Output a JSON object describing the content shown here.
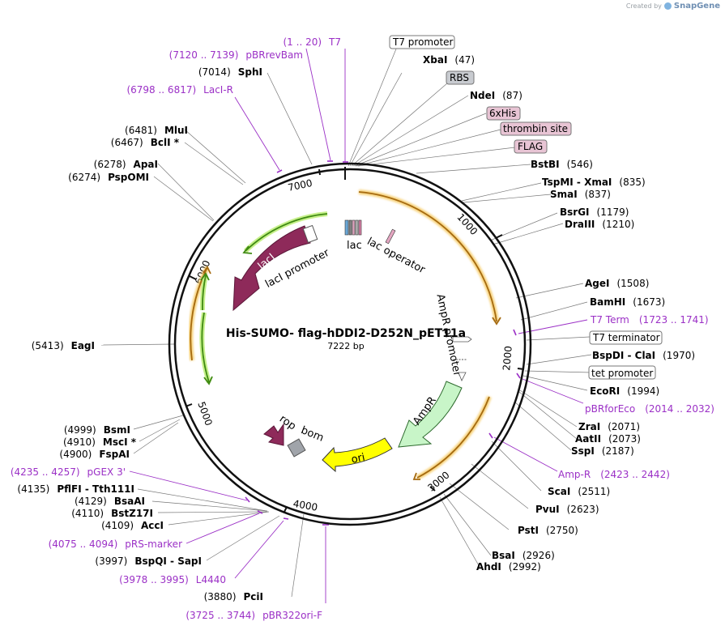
{
  "brand": {
    "created_by": "Created by",
    "app": "SnapGene"
  },
  "plasmid": {
    "name": "His-SUMO- flag-hDDI2-D252N_pET11a",
    "length_label": "7222 bp",
    "length": 7222
  },
  "ticks": [
    "1000",
    "2000",
    "3000",
    "4000",
    "5000",
    "6000",
    "7000"
  ],
  "enzymes": [
    {
      "name": "XbaI",
      "pos": "(47)",
      "bp": 47
    },
    {
      "name": "NdeI",
      "pos": "(87)",
      "bp": 87
    },
    {
      "name": "BstBI",
      "pos": "(546)",
      "bp": 546
    },
    {
      "name": "TspMI - XmaI",
      "pos": "(835)",
      "bp": 835
    },
    {
      "name": "SmaI",
      "pos": "(837)",
      "bp": 837
    },
    {
      "name": "BsrGI",
      "pos": "(1179)",
      "bp": 1179
    },
    {
      "name": "DraIII",
      "pos": "(1210)",
      "bp": 1210
    },
    {
      "name": "AgeI",
      "pos": "(1508)",
      "bp": 1508
    },
    {
      "name": "BamHI",
      "pos": "(1673)",
      "bp": 1673
    },
    {
      "name": "BspDI - ClaI",
      "pos": "(1970)",
      "bp": 1970
    },
    {
      "name": "EcoRI",
      "pos": "(1994)",
      "bp": 1994
    },
    {
      "name": "ZraI",
      "pos": "(2071)",
      "bp": 2071
    },
    {
      "name": "AatII",
      "pos": "(2073)",
      "bp": 2073
    },
    {
      "name": "SspI",
      "pos": "(2187)",
      "bp": 2187
    },
    {
      "name": "ScaI",
      "pos": "(2511)",
      "bp": 2511
    },
    {
      "name": "PvuI",
      "pos": "(2623)",
      "bp": 2623
    },
    {
      "name": "PstI",
      "pos": "(2750)",
      "bp": 2750
    },
    {
      "name": "BsaI",
      "pos": "(2926)",
      "bp": 2926
    },
    {
      "name": "AhdI",
      "pos": "(2992)",
      "bp": 2992
    },
    {
      "name": "PciI",
      "pos": "(3880)",
      "bp": 3880
    },
    {
      "name": "BspQI - SapI",
      "pos": "(3997)",
      "bp": 3997
    },
    {
      "name": "AccI",
      "pos": "(4109)",
      "bp": 4109
    },
    {
      "name": "BstZ17I",
      "pos": "(4110)",
      "bp": 4110
    },
    {
      "name": "BsaAI",
      "pos": "(4129)",
      "bp": 4129
    },
    {
      "name": "PflFI - Tth111I",
      "pos": "(4135)",
      "bp": 4135
    },
    {
      "name": "FspAI",
      "pos": "(4900)",
      "bp": 4900
    },
    {
      "name": "MscI *",
      "pos": "(4910)",
      "bp": 4910
    },
    {
      "name": "BsmI",
      "pos": "(4999)",
      "bp": 4999
    },
    {
      "name": "EagI",
      "pos": "(5413)",
      "bp": 5413
    },
    {
      "name": "PspOMI",
      "pos": "(6274)",
      "bp": 6274
    },
    {
      "name": "ApaI",
      "pos": "(6278)",
      "bp": 6278
    },
    {
      "name": "BclI *",
      "pos": "(6467)",
      "bp": 6467
    },
    {
      "name": "MluI",
      "pos": "(6481)",
      "bp": 6481
    },
    {
      "name": "SphI",
      "pos": "(7014)",
      "bp": 7014
    }
  ],
  "primers": [
    {
      "name": "T7",
      "range": "(1 .. 20)"
    },
    {
      "name": "pBRrevBam",
      "range": "(7120 .. 7139)"
    },
    {
      "name": "LacI-R",
      "range": "(6798 .. 6817)"
    },
    {
      "name": "T7 Term",
      "range": "(1723 .. 1741)"
    },
    {
      "name": "pBRforEco",
      "range": "(2014 .. 2032)"
    },
    {
      "name": "Amp-R",
      "range": "(2423 .. 2442)"
    },
    {
      "name": "L4440",
      "range": "(3978 .. 3995)"
    },
    {
      "name": "pBR322ori-F",
      "range": "(3725 .. 3744)"
    },
    {
      "name": "pRS-marker",
      "range": "(4075 .. 4094)"
    },
    {
      "name": "pGEX 3'",
      "range": "(4235 .. 4257)"
    }
  ],
  "boxed_labels": [
    "T7 promoter",
    "RBS",
    "6xHis",
    "thrombin site",
    "FLAG",
    "T7 terminator",
    "tet promoter"
  ],
  "features": [
    "lacI",
    "lacI promoter",
    "lac operator",
    "AmpR promoter",
    "AmpR",
    "ori",
    "rop",
    "bom"
  ],
  "colors": {
    "enzyme": "#000000",
    "primer": "#9b30c6",
    "lacI": "#8e2a5a",
    "ampR": "#c8f5c8",
    "ori": "#ffff00",
    "orf_orange": "#e8a230",
    "orf_green": "#4a9a1a",
    "bom": "#a0a4aa",
    "rbs_box": "#c8cbd0",
    "tag_box": "#e8c4d4"
  }
}
